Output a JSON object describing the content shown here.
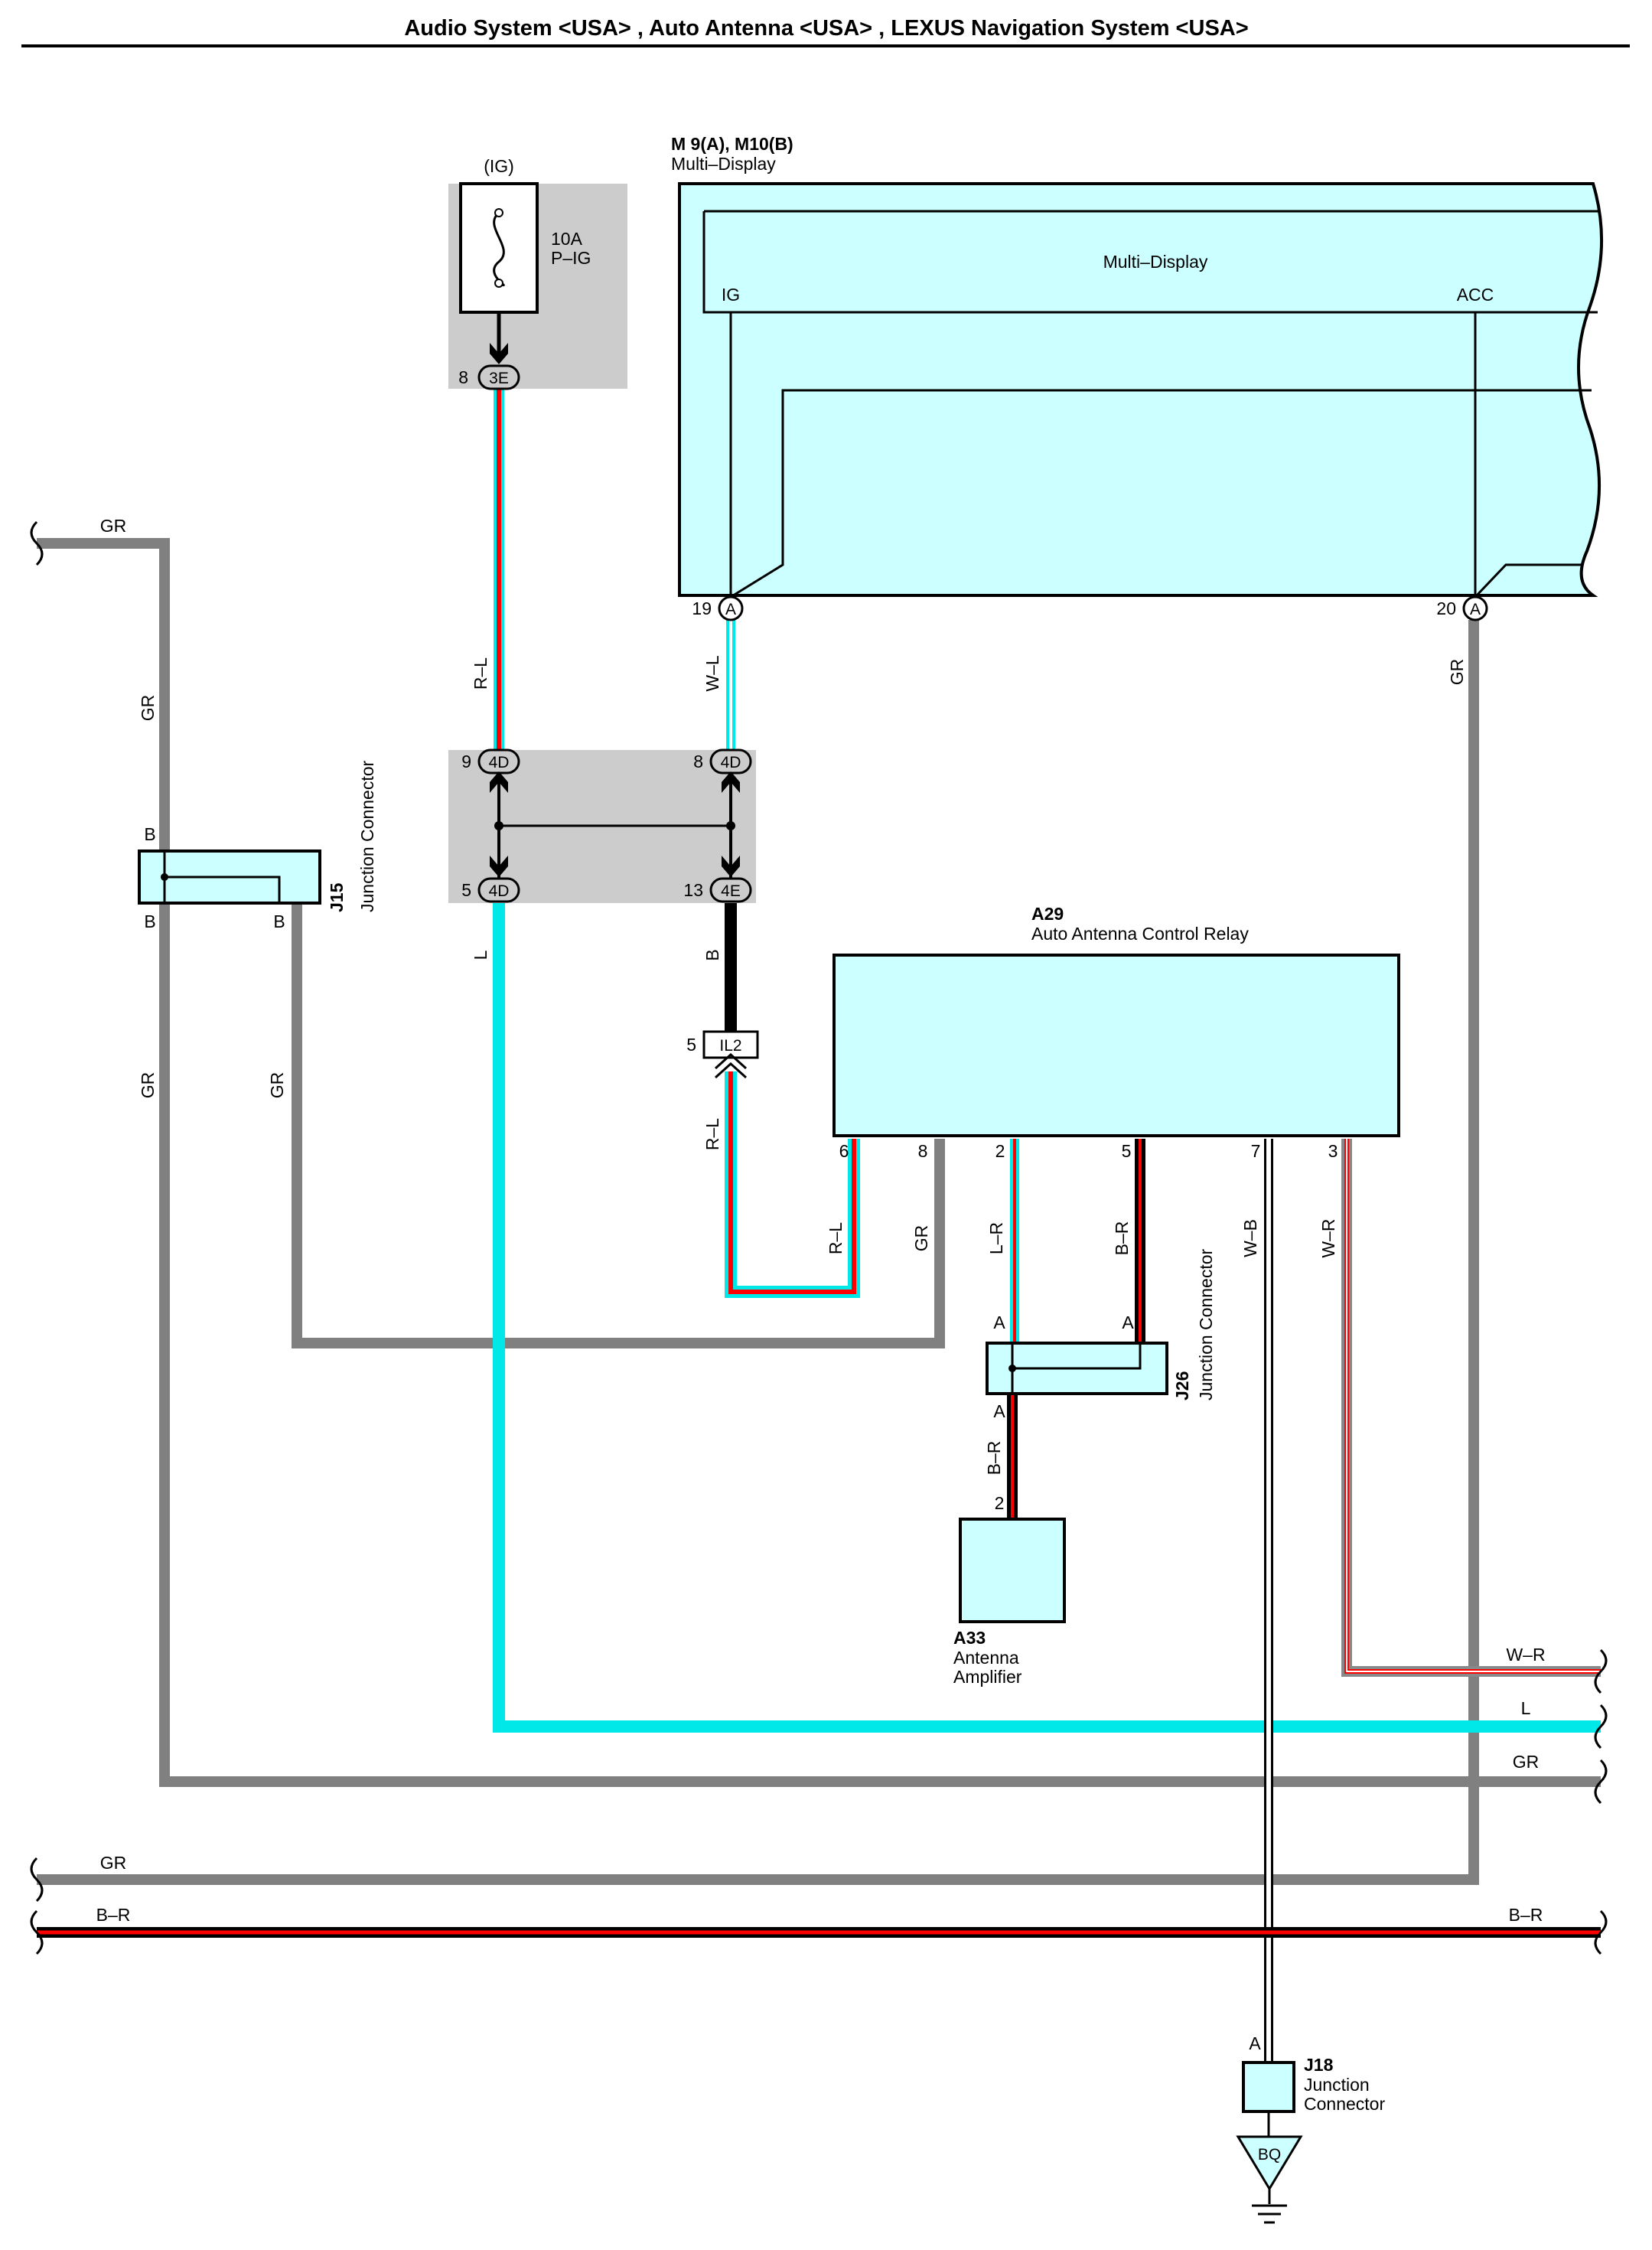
{
  "title": "Audio System <USA> , Auto Antenna <USA> , LEXUS Navigation System <USA>",
  "colors": {
    "component_fill": "#ccffff",
    "gray_box": "#cccccc",
    "wire_gr": "#808080",
    "wire_l": "#00e8e8",
    "wire_r": "#ff0000",
    "wire_b": "#000000",
    "wire_w": "#ffffff"
  },
  "fuse": {
    "supply": "(IG)",
    "rating": "10A",
    "name": "P–IG",
    "pin": "8",
    "connector": "3E"
  },
  "multi_display": {
    "ref": "M 9(A), M10(B)",
    "name": "Multi–Display",
    "inner_label": "Multi–Display",
    "term_ig": "IG",
    "term_acc": "ACC",
    "pin_ig": "19",
    "pin_acc": "20",
    "conn": "A"
  },
  "junction_block": {
    "top_left_pin": "9",
    "top_left_conn": "4D",
    "top_right_pin": "8",
    "top_right_conn": "4D",
    "bot_left_pin": "5",
    "bot_left_conn": "4D",
    "bot_right_pin": "13",
    "bot_right_conn": "4E"
  },
  "il2": {
    "pin": "5",
    "name": "IL2"
  },
  "j15": {
    "ref": "J15",
    "name": "Junction Connector",
    "pin_top": "B",
    "pin_bl": "B",
    "pin_br": "B"
  },
  "a29": {
    "ref": "A29",
    "name": "Auto Antenna Control Relay",
    "pins": [
      "6",
      "8",
      "2",
      "5",
      "7",
      "3"
    ]
  },
  "j26": {
    "ref": "J26",
    "name": "Junction Connector",
    "pin_a1": "A",
    "pin_a2": "A",
    "pin_a3": "A"
  },
  "a33": {
    "ref": "A33",
    "name_1": "Antenna",
    "name_2": "Amplifier",
    "pin": "2"
  },
  "j18": {
    "ref": "J18",
    "name_1": "Junction",
    "name_2": "Connector",
    "pin": "A"
  },
  "ground": {
    "name": "BQ"
  },
  "wire_labels": {
    "gr_top": "GR",
    "gr_left_vert": "GR",
    "gr_left_lower": "GR",
    "gr_j15_lower": "GR",
    "r_l_fuse": "R–L",
    "w_l_ig": "W–L",
    "gr_acc": "GR",
    "l_vert": "L",
    "b_vert": "B",
    "r_l_il2": "R–L",
    "r_l_pin6": "R–L",
    "gr_pin8": "GR",
    "l_r_pin2": "L–R",
    "b_r_pin5": "B–R",
    "w_b_pin7": "W–B",
    "w_r_pin3": "W–R",
    "b_r_a33": "B–R",
    "w_r_right": "W–R",
    "l_right": "L",
    "gr_right": "GR",
    "gr_bottom": "GR",
    "b_r_bottom_left": "B–R",
    "b_r_bottom_right": "B–R"
  }
}
